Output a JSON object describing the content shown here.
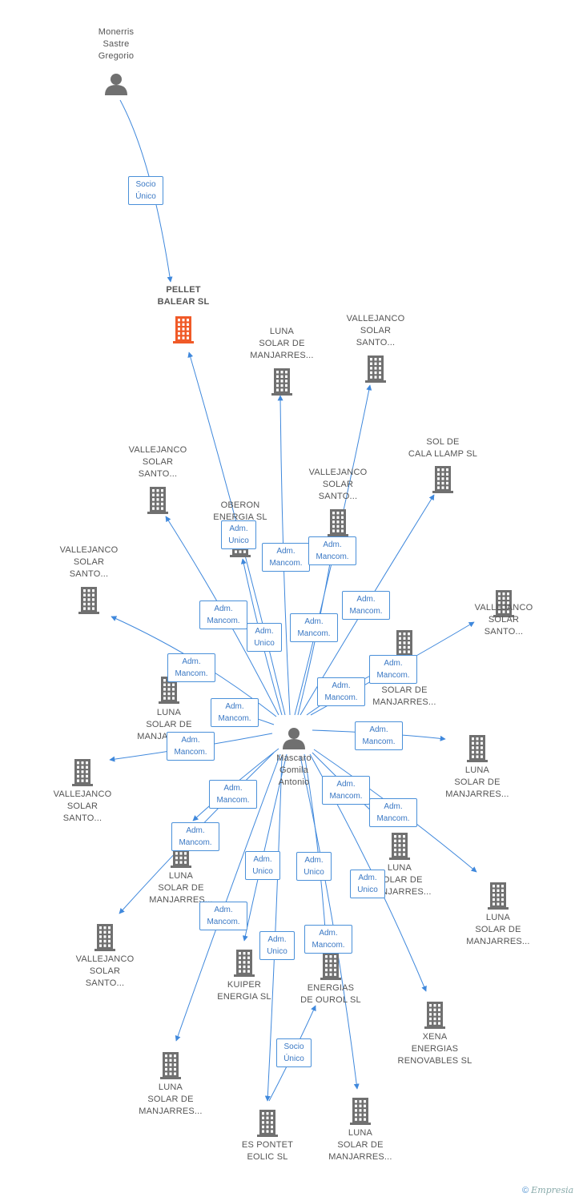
{
  "colors": {
    "edge": "#3f88dc",
    "building": "#707070",
    "focus_building": "#f05a28",
    "person": "#707070"
  },
  "nodes": [
    {
      "id": "monerris",
      "kind": "person",
      "label": [
        "Monerris",
        "Sastre",
        "Gregorio"
      ]
    },
    {
      "id": "pellet",
      "kind": "focus",
      "label": [
        "PELLET",
        "BALEAR SL"
      ]
    },
    {
      "id": "mascaro",
      "kind": "person",
      "label": [
        "Mascaro",
        "Gomila",
        "Antonio"
      ]
    },
    {
      "id": "luna1",
      "kind": "building",
      "label": [
        "LUNA",
        "SOLAR DE",
        "MANJARRES..."
      ]
    },
    {
      "id": "valle1",
      "kind": "building",
      "label": [
        "VALLEJANCO",
        "SOLAR",
        "SANTO..."
      ]
    },
    {
      "id": "sol",
      "kind": "building",
      "label": [
        "SOL DE",
        "CALA LLAMP SL"
      ]
    },
    {
      "id": "valle2",
      "kind": "building",
      "label": [
        "VALLEJANCO",
        "SOLAR",
        "SANTO..."
      ]
    },
    {
      "id": "valle3",
      "kind": "building",
      "label": [
        "VALLEJANCO",
        "SOLAR",
        "SANTO..."
      ]
    },
    {
      "id": "oberon",
      "kind": "building",
      "label": [
        "OBERON",
        "ENERGIA SL"
      ]
    },
    {
      "id": "valle4",
      "kind": "building",
      "label": [
        "VALLEJANCO",
        "SOLAR",
        "SANTO..."
      ]
    },
    {
      "id": "valle5",
      "kind": "building",
      "label": [
        "VALLEJANCO",
        "SOLAR",
        "SANTO..."
      ]
    },
    {
      "id": "luna2",
      "kind": "building",
      "label": [
        "LUNA",
        "SOLAR DE",
        "MANJARRES..."
      ]
    },
    {
      "id": "luna3",
      "kind": "building",
      "label": [
        "LUNA",
        "SOLAR DE",
        "MANJARRES..."
      ]
    },
    {
      "id": "valle6",
      "kind": "building",
      "label": [
        "VALLEJANCO",
        "SOLAR",
        "SANTO..."
      ]
    },
    {
      "id": "luna4",
      "kind": "building",
      "label": [
        "LUNA",
        "SOLAR DE",
        "MANJARRES..."
      ]
    },
    {
      "id": "valle7",
      "kind": "building",
      "label": [
        "VALLEJANCO",
        "SOLAR",
        "SANTO..."
      ]
    },
    {
      "id": "luna5",
      "kind": "building",
      "label": [
        "LUNA",
        "SOLAR DE",
        "MANJARRES..."
      ]
    },
    {
      "id": "luna6",
      "kind": "building",
      "label": [
        "LUNA",
        "SOLAR DE",
        "MANJARRES..."
      ]
    },
    {
      "id": "luna7",
      "kind": "building",
      "label": [
        "LUNA",
        "SOLAR DE",
        "MANJARRES..."
      ]
    },
    {
      "id": "kuiper",
      "kind": "building",
      "label": [
        "KUIPER",
        "ENERGIA SL"
      ]
    },
    {
      "id": "ourol",
      "kind": "building",
      "label": [
        "ENERGIAS",
        "DE OUROL SL"
      ]
    },
    {
      "id": "xena",
      "kind": "building",
      "label": [
        "XENA",
        "ENERGIAS",
        "RENOVABLES SL"
      ]
    },
    {
      "id": "luna8",
      "kind": "building",
      "label": [
        "LUNA",
        "SOLAR DE",
        "MANJARRES..."
      ]
    },
    {
      "id": "espontet",
      "kind": "building",
      "label": [
        "ES PONTET",
        "EOLIC SL"
      ]
    },
    {
      "id": "luna9",
      "kind": "building",
      "label": [
        "LUNA",
        "SOLAR DE",
        "MANJARRES..."
      ]
    }
  ],
  "relations": [
    {
      "from": "monerris",
      "to": "pellet",
      "label": [
        "Socio",
        "Único"
      ]
    },
    {
      "from": "mascaro",
      "to": "pellet",
      "label": [
        "Adm.",
        "Unico"
      ]
    },
    {
      "from": "mascaro",
      "to": "luna1",
      "label": [
        "Adm.",
        "Mancom."
      ]
    },
    {
      "from": "mascaro",
      "to": "valle1",
      "label": [
        "Adm.",
        "Mancom."
      ]
    },
    {
      "from": "mascaro",
      "to": "sol",
      "label": [
        "Adm.",
        "Mancom."
      ]
    },
    {
      "from": "mascaro",
      "to": "valle2",
      "label": [
        "Adm.",
        "Mancom."
      ]
    },
    {
      "from": "mascaro",
      "to": "valle3",
      "label": [
        "Adm.",
        "Mancom."
      ]
    },
    {
      "from": "mascaro",
      "to": "oberon",
      "label": [
        "Adm.",
        "Unico"
      ]
    },
    {
      "from": "mascaro",
      "to": "valle4",
      "label": [
        "Adm.",
        "Mancom."
      ]
    },
    {
      "from": "mascaro",
      "to": "valle5",
      "label": [
        "Adm.",
        "Mancom."
      ]
    },
    {
      "from": "mascaro",
      "to": "luna2",
      "label": [
        "Adm.",
        "Mancom."
      ]
    },
    {
      "from": "mascaro",
      "to": "luna3",
      "label": [
        "Adm.",
        "Mancom."
      ]
    },
    {
      "from": "mascaro",
      "to": "valle6",
      "label": [
        "Adm.",
        "Mancom."
      ]
    },
    {
      "from": "mascaro",
      "to": "luna4",
      "label": [
        "Adm.",
        "Mancom."
      ]
    },
    {
      "from": "mascaro",
      "to": "valle7",
      "label": [
        "Adm.",
        "Mancom."
      ]
    },
    {
      "from": "mascaro",
      "to": "luna5",
      "label": [
        "Adm.",
        "Mancom."
      ]
    },
    {
      "from": "mascaro",
      "to": "luna6",
      "label": [
        "Adm.",
        "Mancom."
      ]
    },
    {
      "from": "mascaro",
      "to": "luna7",
      "label": [
        "Adm.",
        "Mancom."
      ]
    },
    {
      "from": "mascaro",
      "to": "kuiper",
      "label": [
        "Adm.",
        "Unico"
      ]
    },
    {
      "from": "mascaro",
      "to": "ourol",
      "label": [
        "Adm.",
        "Unico"
      ]
    },
    {
      "from": "mascaro",
      "to": "xena",
      "label": [
        "Adm.",
        "Unico"
      ]
    },
    {
      "from": "mascaro",
      "to": "luna8",
      "label": [
        "Adm.",
        "Mancom."
      ]
    },
    {
      "from": "mascaro",
      "to": "espontet",
      "label": [
        "Adm.",
        "Unico"
      ]
    },
    {
      "from": "mascaro",
      "to": "luna9",
      "label": [
        "Adm.",
        "Mancom."
      ]
    },
    {
      "from": "espontet",
      "to": "ourol",
      "label": [
        "Socio",
        "Único"
      ]
    }
  ],
  "footer": {
    "copyright": "©",
    "brand": "Empresia"
  }
}
